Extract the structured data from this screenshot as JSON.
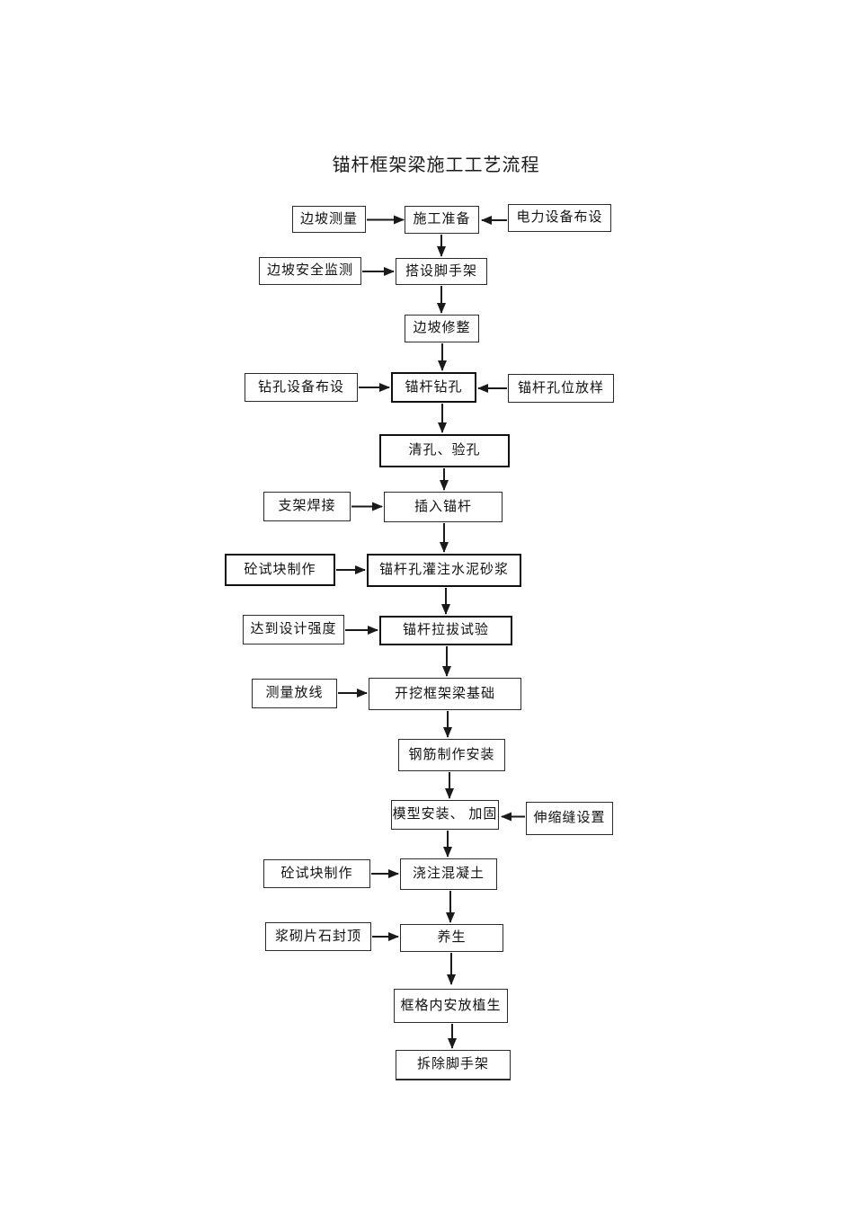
{
  "title": "锚杆框架梁施工工艺流程",
  "colors": {
    "background": "#ffffff",
    "box_border": "#2b2b2b",
    "line": "#1a1a1a",
    "text": "#121212"
  },
  "diagram": {
    "type": "flowchart",
    "direction": "top-down",
    "nodes": {
      "n01": {
        "label": "边坡测量"
      },
      "n02": {
        "label": "施工准备"
      },
      "n03": {
        "label": "电力设备布设"
      },
      "n04": {
        "label": "边坡安全监测"
      },
      "n05": {
        "label": "搭设脚手架"
      },
      "n06": {
        "label": "边坡修整"
      },
      "n07": {
        "label": "钻孔设备布设"
      },
      "n08": {
        "label": "锚杆钻孔"
      },
      "n09": {
        "label": "锚杆孔位放样"
      },
      "n10": {
        "label": "清孔、验孔"
      },
      "n11": {
        "label": "支架焊接"
      },
      "n12": {
        "label": "插入锚杆"
      },
      "n13": {
        "label": "砼试块制作"
      },
      "n14": {
        "label": "锚杆孔灌注水泥砂浆"
      },
      "n15": {
        "label": "达到设计强度"
      },
      "n16": {
        "label": "锚杆拉拔试验"
      },
      "n17": {
        "label": "测量放线"
      },
      "n18": {
        "label": "开挖框架梁基础"
      },
      "n19": {
        "label": "钢筋制作安装"
      },
      "n20": {
        "label": "模型安装、 加固"
      },
      "n21": {
        "label": "伸缩缝设置"
      },
      "n22": {
        "label": "砼试块制作"
      },
      "n23": {
        "label": "浇注混凝土"
      },
      "n24": {
        "label": "浆砌片石封顶"
      },
      "n25": {
        "label": "养生"
      },
      "n26": {
        "label": "框格内安放植生"
      },
      "n27": {
        "label": "拆除脚手架"
      }
    },
    "edges": [
      {
        "from": "边坡测量",
        "to": "施工准备"
      },
      {
        "from": "电力设备布设",
        "to": "施工准备"
      },
      {
        "from": "施工准备",
        "to": "搭设脚手架"
      },
      {
        "from": "边坡安全监测",
        "to": "搭设脚手架"
      },
      {
        "from": "搭设脚手架",
        "to": "边坡修整"
      },
      {
        "from": "边坡修整",
        "to": "锚杆钻孔"
      },
      {
        "from": "钻孔设备布设",
        "to": "锚杆钻孔"
      },
      {
        "from": "锚杆孔位放样",
        "to": "锚杆钻孔"
      },
      {
        "from": "锚杆钻孔",
        "to": "清孔、验孔"
      },
      {
        "from": "清孔、验孔",
        "to": "插入锚杆"
      },
      {
        "from": "支架焊接",
        "to": "插入锚杆"
      },
      {
        "from": "插入锚杆",
        "to": "锚杆孔灌注水泥砂浆"
      },
      {
        "from": "砼试块制作",
        "to": "锚杆孔灌注水泥砂浆"
      },
      {
        "from": "锚杆孔灌注水泥砂浆",
        "to": "锚杆拉拔试验"
      },
      {
        "from": "达到设计强度",
        "to": "锚杆拉拔试验"
      },
      {
        "from": "锚杆拉拔试验",
        "to": "开挖框架梁基础"
      },
      {
        "from": "测量放线",
        "to": "开挖框架梁基础"
      },
      {
        "from": "开挖框架梁基础",
        "to": "钢筋制作安装"
      },
      {
        "from": "钢筋制作安装",
        "to": "模型安装、 加固"
      },
      {
        "from": "伸缩缝设置",
        "to": "模型安装、 加固"
      },
      {
        "from": "模型安装、 加固",
        "to": "浇注混凝土"
      },
      {
        "from": "砼试块制作",
        "to": "浇注混凝土"
      },
      {
        "from": "浇注混凝土",
        "to": "养生"
      },
      {
        "from": "浆砌片石封顶",
        "to": "养生"
      },
      {
        "from": "养生",
        "to": "框格内安放植生"
      },
      {
        "from": "框格内安放植生",
        "to": "拆除脚手架"
      }
    ]
  }
}
